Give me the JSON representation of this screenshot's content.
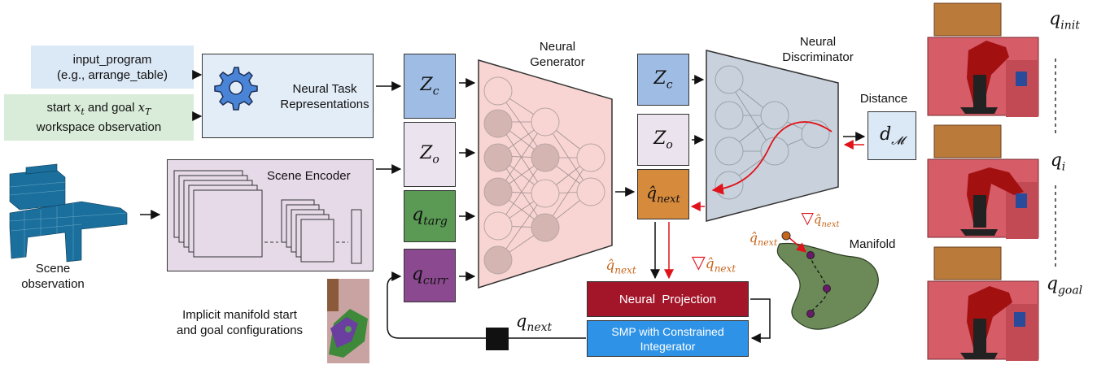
{
  "inputs": {
    "program_line1": "input_program",
    "program_line2": "(e.g., arrange_table)",
    "start_goal_text": "start x_t and goal x_T",
    "start_word": "start",
    "xt": "x",
    "xt_sub": "t",
    "and_goal": "and goal",
    "xT": "x",
    "xT_sub": "T",
    "workspace": "workspace observation"
  },
  "task_repr": {
    "label_line1": "Neural Task",
    "label_line2": "Representations"
  },
  "scene_encoder": {
    "label": "Scene Encoder"
  },
  "scene_observation": {
    "line1": "Scene",
    "line2": "observation"
  },
  "implicit": {
    "line1": "Implicit manifold start",
    "line2": "and goal configurations"
  },
  "latents": {
    "zc": "Z",
    "zc_sub": "c",
    "zo": "Z",
    "zo_sub": "o",
    "qtarg": "q",
    "qtarg_sub": "targ",
    "qcurr": "q",
    "qcurr_sub": "curr"
  },
  "generator": {
    "line1": "Neural",
    "line2": "Generator"
  },
  "discriminator": {
    "line1": "Neural",
    "line2": "Discriminator"
  },
  "qhat_next": {
    "q": "q̂",
    "sub": "next"
  },
  "distance": {
    "label": "Distance",
    "d": "d",
    "sub": "𝓜"
  },
  "grad": {
    "nabla": "▽",
    "q": "q̂",
    "sub": "next"
  },
  "projection": {
    "label": "Neural  Projection"
  },
  "smp": {
    "line1": "SMP with Constrained",
    "line2": "Integerator"
  },
  "qnext": {
    "q": "q",
    "sub": "next"
  },
  "manifold": {
    "label": "Manifold"
  },
  "robot_states": [
    {
      "q": "q",
      "sub": "init"
    },
    {
      "q": "q",
      "sub": "i"
    },
    {
      "q": "q",
      "sub": "goal"
    }
  ],
  "colors": {
    "program_bg": "#dbe8f6",
    "workspace_bg": "#d9ecd9",
    "task_repr_bg": "#e3edf8",
    "scene_enc_bg": "#e6d9e8",
    "zc_bg": "#9fbde4",
    "zo_bg": "#ebe3ee",
    "qtarg_bg": "#5a9a54",
    "qcurr_bg": "#8b4a8f",
    "generator_bg": "#f8d5d2",
    "disc_bg": "#c9d2dc",
    "qhat_bg": "#d68a3c",
    "projection_bg": "#a3162a",
    "smp_bg": "#2e93e6",
    "manifold_bg": "#6b8a57",
    "red": "#e0131a",
    "orange_text": "#c8661d"
  }
}
